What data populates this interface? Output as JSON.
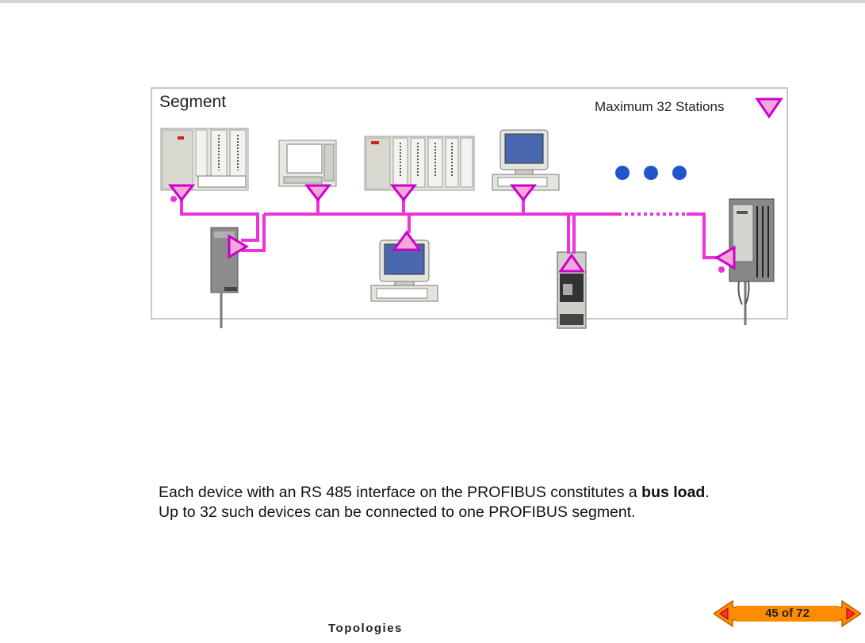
{
  "segment": {
    "title": "Segment",
    "max_label": "Maximum 32 Stations"
  },
  "caption": {
    "line1": "Each device with an RS 485 interface on the PROFIBUS constitutes a",
    "bold": "bus load",
    "rest": ". Up to 32 such devices can be connected to one PROFIBUS segment."
  },
  "footer": {
    "title": "Topologies",
    "page": "45 of 72"
  },
  "icons": {
    "prev": "previous-arrow-icon",
    "next": "next-arrow-icon",
    "station": "bus-load-triangle-icon"
  },
  "colors": {
    "bus": "#ee33dd",
    "triangle_fill": "#f4a8d8",
    "triangle_stroke": "#cc00cc",
    "dots": "#2255cc",
    "nav_orange": "#ff8c00"
  }
}
